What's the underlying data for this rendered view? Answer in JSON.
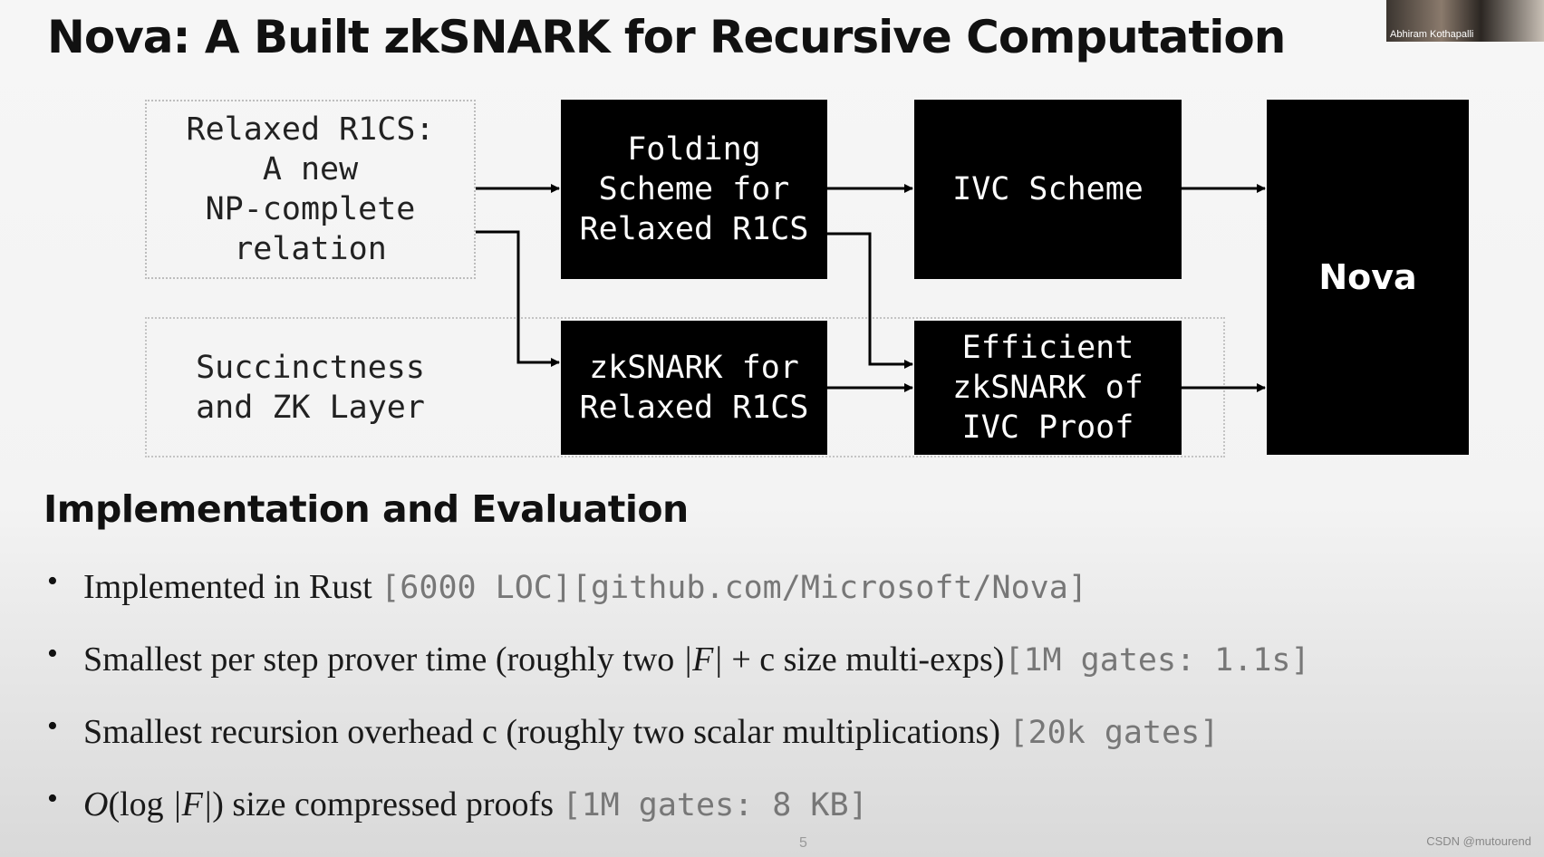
{
  "title": "Nova: A Built zkSNARK for Recursive Computation",
  "diagram": {
    "relaxed_r1cs": "Relaxed R1CS:\nA new\nNP-complete\nrelation",
    "folding_scheme": "Folding\nScheme for\nRelaxed R1CS",
    "ivc_scheme": "IVC Scheme",
    "succinctness": "Succinctness\nand ZK Layer",
    "zksnark_relaxed": "zkSNARK for\nRelaxed R1CS",
    "efficient_zksnark": "Efficient\nzkSNARK of\nIVC Proof",
    "nova": "Nova"
  },
  "section_title": "Implementation and Evaluation",
  "bullets": [
    {
      "text": "Implemented in Rust ",
      "code": "[6000 LOC][github.com/Microsoft/Nova]"
    },
    {
      "text_a": "Smallest per step prover time (roughly two ",
      "math": "|F|",
      "text_b": " + c size multi-exps)",
      "code": "[1M gates: 1.1s]"
    },
    {
      "text": "Smallest recursion overhead c (roughly two scalar multiplications) ",
      "code": "[20k gates]"
    },
    {
      "math_a": "O",
      "text_a": "(log ",
      "math_b": "|F|",
      "text_b": ") size compressed proofs ",
      "code": "[1M gates: 8 KB]"
    }
  ],
  "webcam_label": "Abhiram Kothapalli",
  "page_number": "5",
  "watermark": "CSDN @mutourend",
  "colors": {
    "box_fill": "#000000",
    "box_text": "#ffffff",
    "arrow": "#000000",
    "code_text": "#777777"
  }
}
